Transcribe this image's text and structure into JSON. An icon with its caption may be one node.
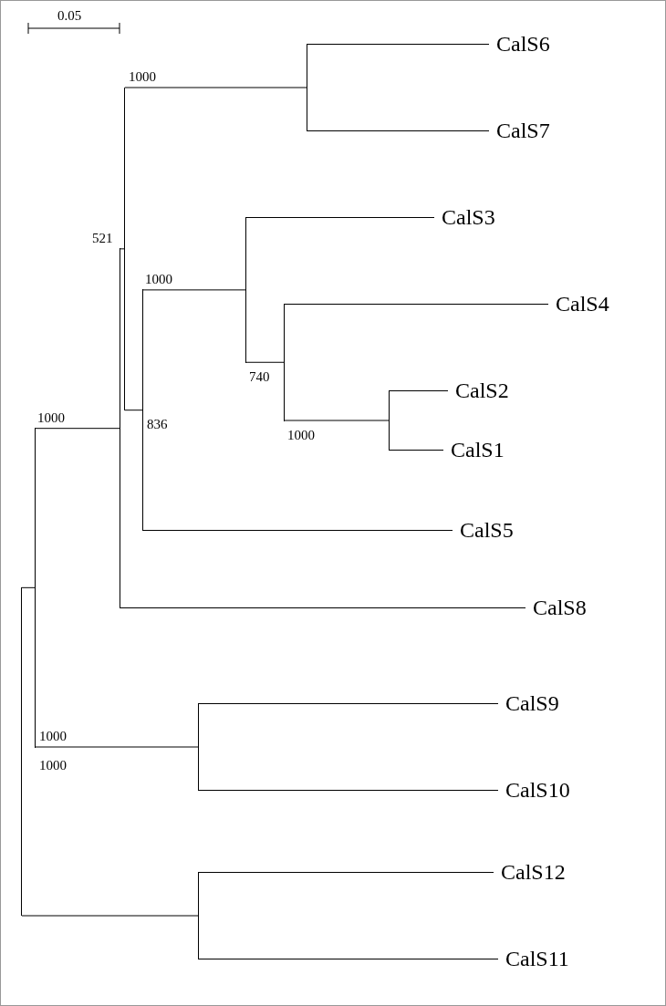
{
  "diagram": {
    "nodes": [
      {
        "text": [],
        "shape": "bar"
      },
      {
        "text": [],
        "shape": "bar"
      },
      {
        "text": [],
        "shape": "bar"
      },
      {
        "text": [],
        "shape": "bar"
      },
      {
        "text": [],
        "shape": "bar"
      },
      {
        "text": [
          "CalS6"
        ]
      },
      {
        "text": [
          "CalS7"
        ]
      },
      {
        "text": [],
        "shape": "bar"
      },
      {
        "text": [],
        "shape": "bar"
      },
      {
        "text": [
          "CalS3"
        ]
      },
      {
        "text": [],
        "shape": "bar"
      },
      {
        "text": [
          "CalS4"
        ]
      },
      {
        "text": [],
        "shape": "bar"
      },
      {
        "text": [
          "CalS2"
        ]
      },
      {
        "text": [
          "CalS1"
        ]
      },
      {
        "text": [
          "CalS5"
        ]
      },
      {
        "text": [
          "CalS8"
        ]
      },
      {
        "text": [],
        "shape": "bar"
      },
      {
        "text": [
          "CalS9"
        ]
      },
      {
        "text": [
          "CalS10"
        ]
      },
      {
        "text": [],
        "shape": "bar"
      },
      {
        "text": [
          "CalS12"
        ]
      },
      {
        "text": [
          "CalS11"
        ]
      }
    ],
    "edges": [
      {
        "from": 0,
        "to": 1,
        "arrow": "none"
      },
      {
        "from": 1,
        "to": 2,
        "arrow": "none"
      },
      {
        "from": 2,
        "to": 3,
        "arrow": "none"
      },
      {
        "from": 3,
        "to": 4,
        "arrow": "none"
      },
      {
        "from": 4,
        "to": 5,
        "arrow": "none"
      },
      {
        "from": 4,
        "to": 6,
        "arrow": "none"
      },
      {
        "from": 3,
        "to": 7,
        "arrow": "none"
      },
      {
        "from": 7,
        "to": 8,
        "arrow": "none"
      },
      {
        "from": 8,
        "to": 9,
        "arrow": "none"
      },
      {
        "from": 8,
        "to": 10,
        "arrow": "none"
      },
      {
        "from": 10,
        "to": 11,
        "arrow": "none"
      },
      {
        "from": 10,
        "to": 12,
        "arrow": "none"
      },
      {
        "from": 12,
        "to": 13,
        "arrow": "none"
      },
      {
        "from": 12,
        "to": 14,
        "arrow": "none"
      },
      {
        "from": 7,
        "to": 15,
        "arrow": "none"
      },
      {
        "from": 2,
        "to": 16,
        "arrow": "none"
      },
      {
        "from": 1,
        "to": 17,
        "arrow": "none"
      },
      {
        "from": 17,
        "to": 18,
        "arrow": "none"
      },
      {
        "from": 17,
        "to": 19,
        "arrow": "none"
      },
      {
        "from": 0,
        "to": 20,
        "arrow": "none"
      },
      {
        "from": 20,
        "to": 21,
        "arrow": "none"
      },
      {
        "from": 20,
        "to": 22,
        "arrow": "none"
      }
    ],
    "labels": [
      "0.05",
      "1000",
      "1000",
      "521",
      "740",
      "1000",
      "836",
      "1000",
      "1000",
      "1000"
    ]
  }
}
